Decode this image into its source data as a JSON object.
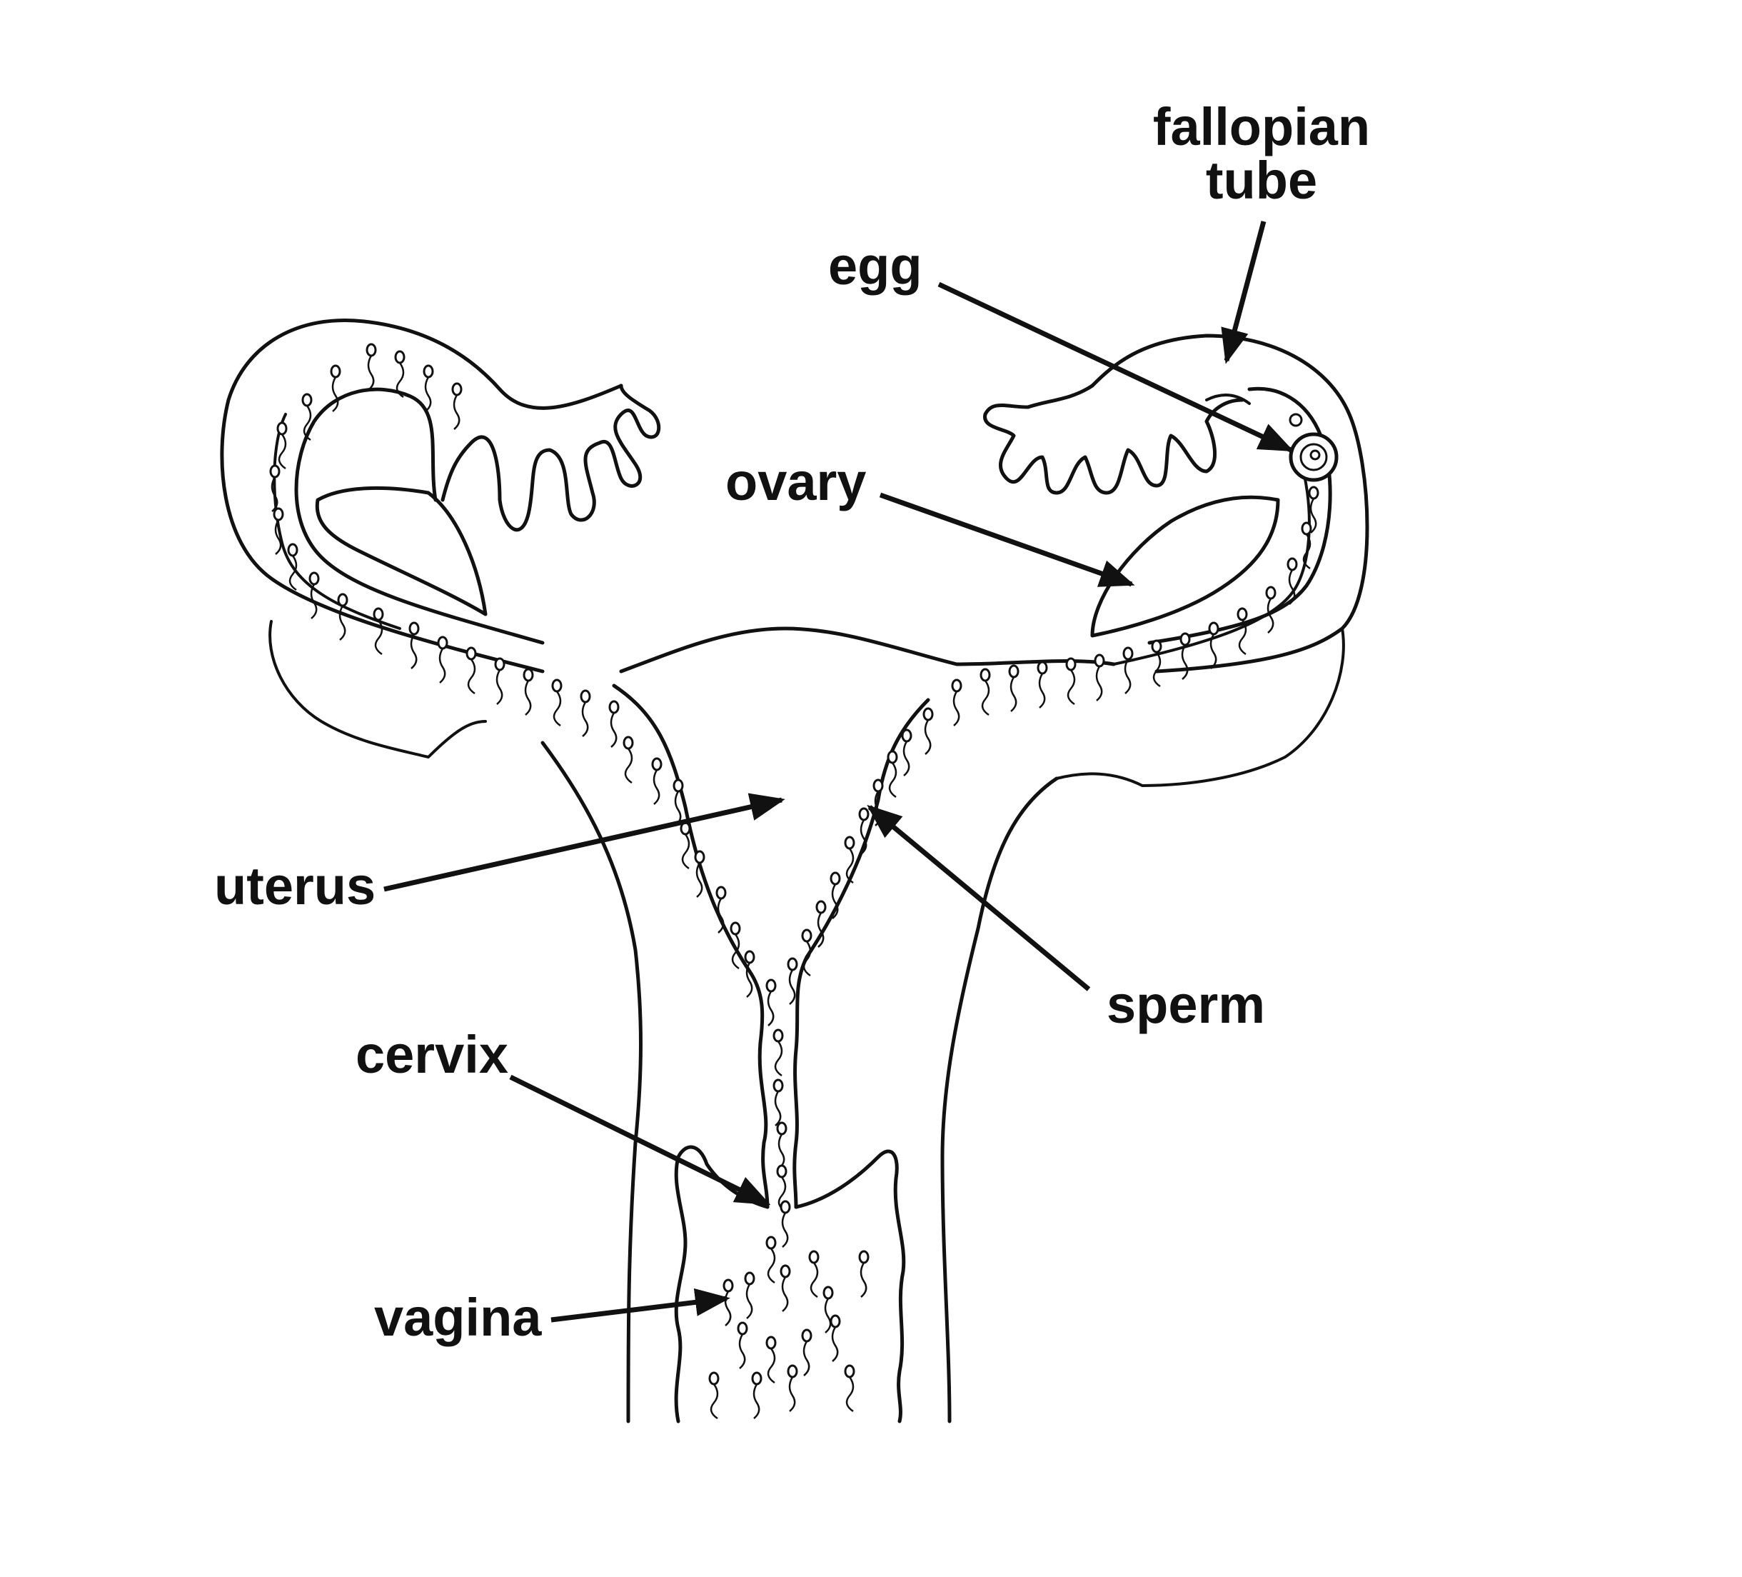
{
  "labels": {
    "fallopian_tube_line1": "fallopian",
    "fallopian_tube_line2": "tube",
    "egg": "egg",
    "ovary": "ovary",
    "uterus": "uterus",
    "sperm": "sperm",
    "cervix": "cervix",
    "vagina": "vagina"
  }
}
